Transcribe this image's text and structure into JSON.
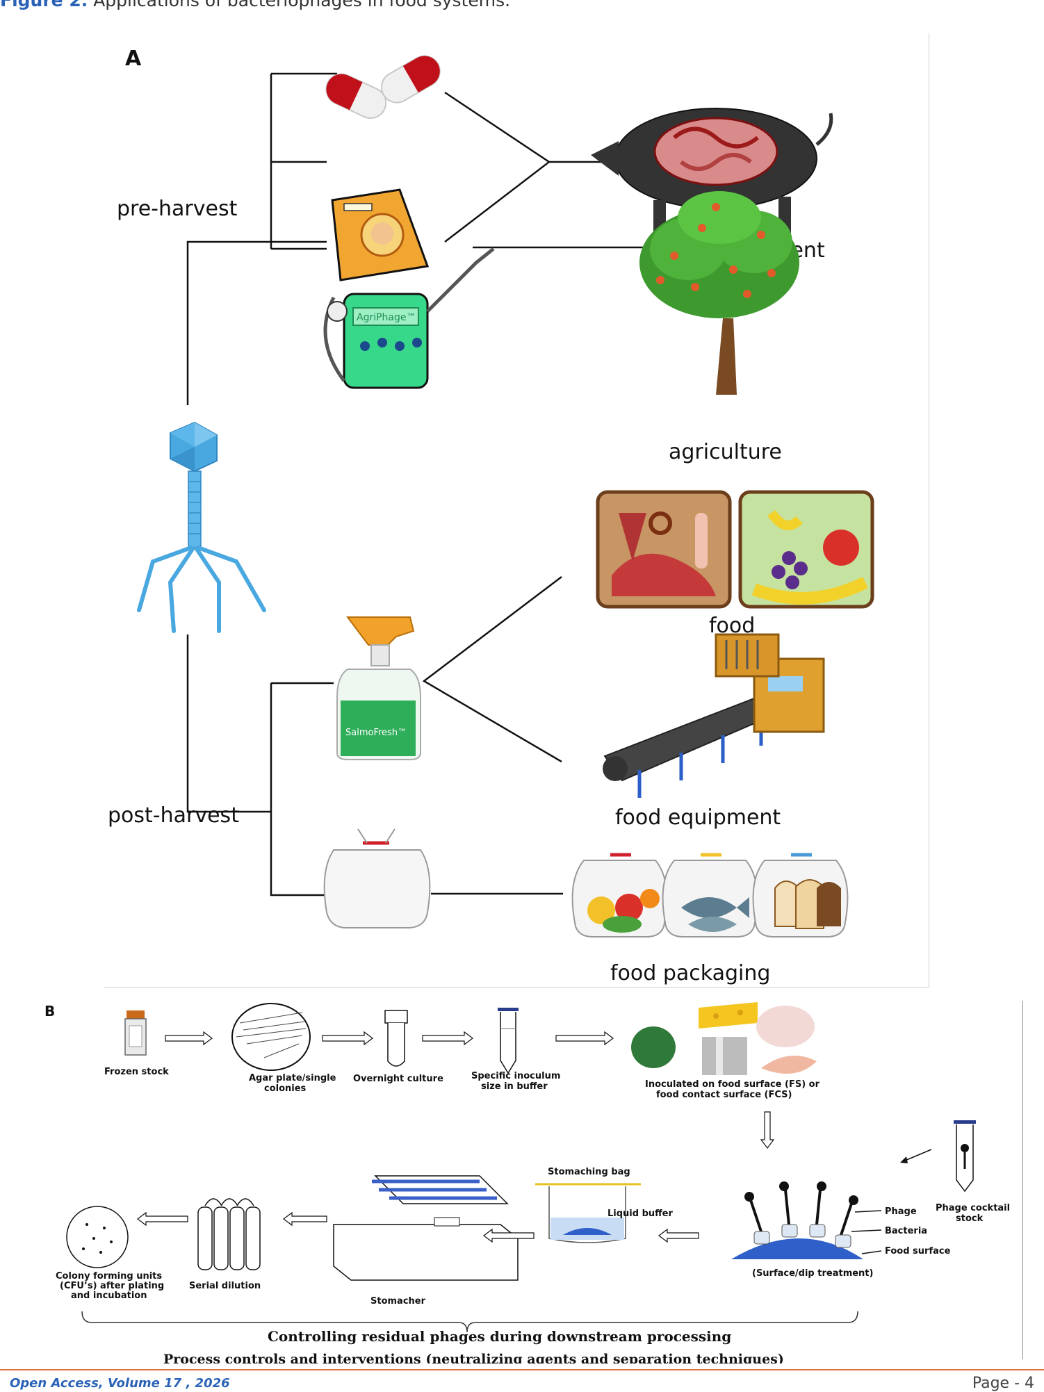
{
  "caption": {
    "label": "Figure 2.",
    "text": "Applications of bacteriophages in food systems."
  },
  "panel_a": {
    "letter": "A",
    "pre_harvest": "pre-harvest",
    "post_harvest": "post-harvest",
    "animal_treatment": "animal treatment",
    "agriculture": "agriculture",
    "food": "food",
    "food_equipment": "food equipment",
    "food_packaging": "food packaging",
    "sprayer_brand": "AgriPhage™",
    "bottle_brand": "SalmoFresh™",
    "colors": {
      "phage": "#4aa8e0",
      "capsule_red": "#c0101a",
      "sprayer_green": "#38d88a",
      "bag_orange": "#f2a632"
    }
  },
  "panel_b": {
    "letter": "B",
    "steps": {
      "frozen_stock": "Frozen stock",
      "agar_plate_1": "Agar plate/single",
      "agar_plate_2": "colonies",
      "overnight_culture": "Overnight culture",
      "inoculum_1": "Specific inoculum",
      "inoculum_2": "size in buffer",
      "inoculated_1": "Inoculated on food surface (FS) or",
      "inoculated_2": "food contact surface (FCS)",
      "stomaching_bag": "Stomaching bag",
      "liquid_buffer": "Liquid buffer",
      "phage": "Phage",
      "bacteria": "Bacteria",
      "food_surface": "Food surface",
      "surface_dip": "(Surface/dip treatment)",
      "cocktail_1": "Phage cocktail",
      "cocktail_2": "stock",
      "cfu_1": "Colony forming units",
      "cfu_2": "(CFU’s) after plating",
      "cfu_3": "and incubation",
      "serial_dilution": "Serial dilution",
      "stomacher": "Stomacher"
    },
    "bottom_line_1": "Controlling residual phages during downstream processing",
    "bottom_line_2": "Process controls and interventions (neutralizing agents and separation techniques)"
  },
  "footer": {
    "left": "Open Access, Volume 17 , 2026",
    "right": "Page - 4"
  }
}
